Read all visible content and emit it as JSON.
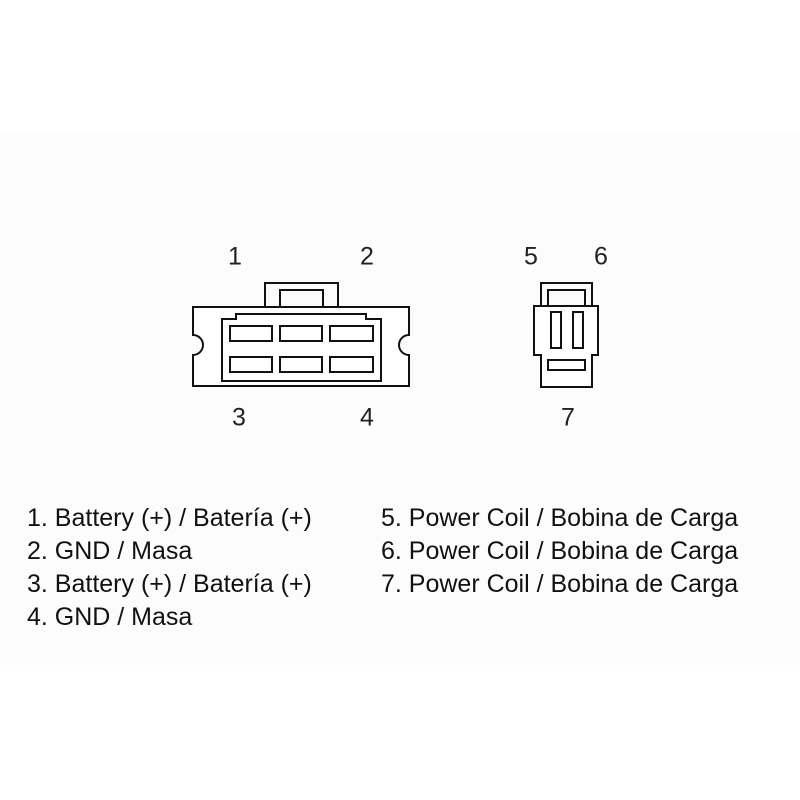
{
  "pin_numbers": {
    "p1": "1",
    "p2": "2",
    "p3": "3",
    "p4": "4",
    "p5": "5",
    "p6": "6",
    "p7": "7"
  },
  "legend_left": [
    "1. Battery (+) / Batería (+)",
    "2. GND / Masa",
    "3. Battery (+) / Batería (+)",
    "4. GND / Masa"
  ],
  "legend_right": [
    "5. Power Coil / Bobina de Carga",
    "6. Power Coil / Bobina de Carga",
    "7. Power Coil / Bobina de Carga"
  ]
}
